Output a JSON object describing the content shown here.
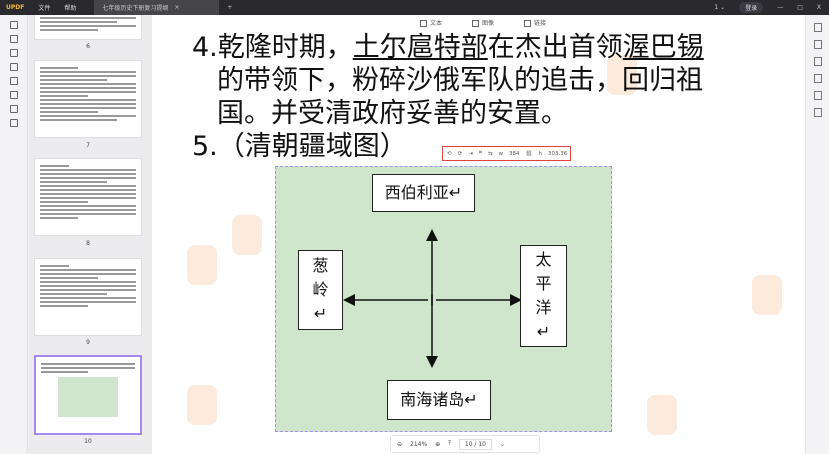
{
  "topbar": {
    "logo": "UPDF",
    "menu": [
      "文件",
      "帮助"
    ],
    "tab_title": "七年级历史下册复习提纲",
    "tab_close": "×",
    "new_tab": "+",
    "page_indicator": "1 ⌄",
    "login": "登录",
    "minimize": "—",
    "maximize": "□",
    "close": "X"
  },
  "toolbar": {
    "text": "文本",
    "image": "图像",
    "link": "链接"
  },
  "thumbnails": [
    {
      "num": "6"
    },
    {
      "num": "7"
    },
    {
      "num": "8"
    },
    {
      "num": "9"
    },
    {
      "num": "10"
    }
  ],
  "content": {
    "line1_prefix": "4.乾隆时期，",
    "line1_underlined": "土尔扈特部",
    "line1_mid": "在杰出首领",
    "line1_underlined2": "渥巴锡",
    "line2": "的带领下，粉碎沙俄军队的追击，回归祖",
    "line3": "国。并受清政府妥善的安置。",
    "line4": "5.（清朝疆域图）"
  },
  "image_toolbar": {
    "w_label": "w",
    "w_value": "384",
    "h_label": "h",
    "h_value": "303.36"
  },
  "map": {
    "north": "西伯利亚↵",
    "west": "葱岭↵",
    "east": "太平洋↵",
    "south": "南海诸岛↵"
  },
  "zoombar": {
    "zoom": "214%",
    "page": "10 / 10"
  }
}
